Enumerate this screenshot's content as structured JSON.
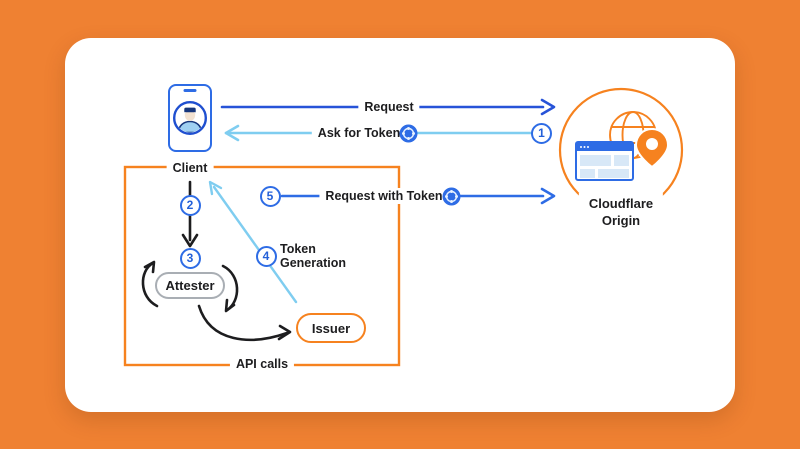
{
  "colors": {
    "background": "#ef8132",
    "accent_orange": "#f6821f",
    "blue": "#2e6ce5",
    "dark_blue": "#2753d8",
    "sky_blue": "#7fcdf0",
    "text": "#1d1d1f",
    "attester_border": "#a9aeb4"
  },
  "nodes": {
    "client": {
      "label": "Client",
      "icon": "smartphone-user-icon"
    },
    "attester": {
      "label": "Attester"
    },
    "issuer": {
      "label": "Issuer"
    },
    "cloudflare_origin": {
      "label_line1": "Cloudflare",
      "label_line2": "Origin",
      "icons": [
        "browser-window-icon",
        "globe-icon",
        "location-pin-icon"
      ]
    }
  },
  "flows": {
    "request": {
      "label": "Request"
    },
    "ask_for_token": {
      "label": "Ask for Token",
      "step": "1",
      "icon": "token-icon"
    },
    "client_to_attester": {
      "step": "2"
    },
    "attestation": {
      "step": "3"
    },
    "token_generation": {
      "step": "4",
      "label_line1": "Token",
      "label_line2": "Generation"
    },
    "request_with_token": {
      "label": "Request with Token",
      "step": "5",
      "icon": "token-icon"
    }
  },
  "api_box": {
    "label": "API calls"
  }
}
